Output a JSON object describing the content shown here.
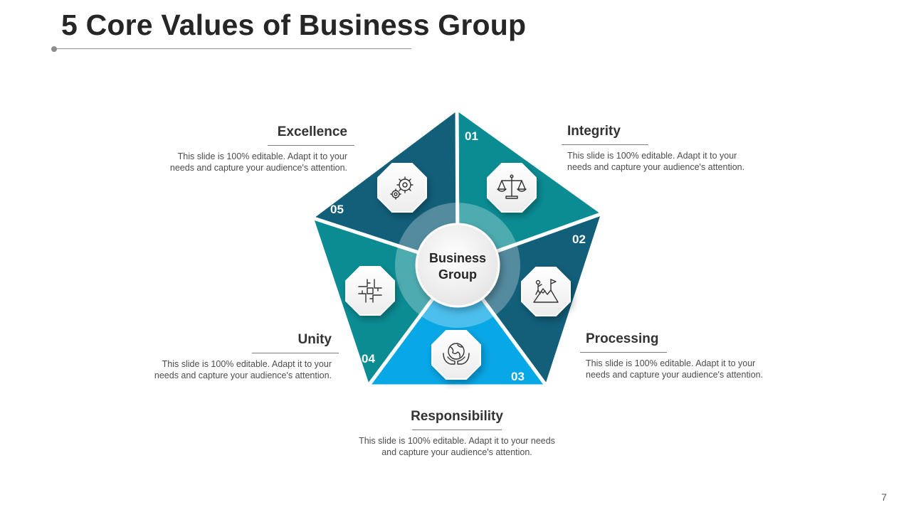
{
  "slide": {
    "title": "5 Core Values of Business Group",
    "page_number": "7"
  },
  "center": {
    "line1": "Business",
    "line2": "Group"
  },
  "colors": {
    "teal": "#0b8c93",
    "dark_teal": "#125f7a",
    "light_blue": "#08a7e6",
    "divider": "#ffffff",
    "center_ring": "#7fc4c7"
  },
  "segments": [
    {
      "number": "01",
      "title": "Integrity",
      "icon": "scales-icon",
      "description": "This slide is 100% editable. Adapt it to your needs and capture your audience's attention."
    },
    {
      "number": "02",
      "title": "Processing",
      "icon": "mountain-flag-icon",
      "description": "This slide is 100% editable. Adapt it to your needs and capture your audience's attention."
    },
    {
      "number": "03",
      "title": "Responsibility",
      "icon": "globe-hands-icon",
      "description": "This slide is 100% editable. Adapt it to your needs and capture your audience's attention."
    },
    {
      "number": "04",
      "title": "Unity",
      "icon": "hands-puzzle-icon",
      "description": "This slide is 100% editable. Adapt it to your needs and capture your audience's attention."
    },
    {
      "number": "05",
      "title": "Excellence",
      "icon": "gears-icon",
      "description": "This slide is 100% editable. Adapt it to your needs and capture your audience's attention."
    }
  ]
}
